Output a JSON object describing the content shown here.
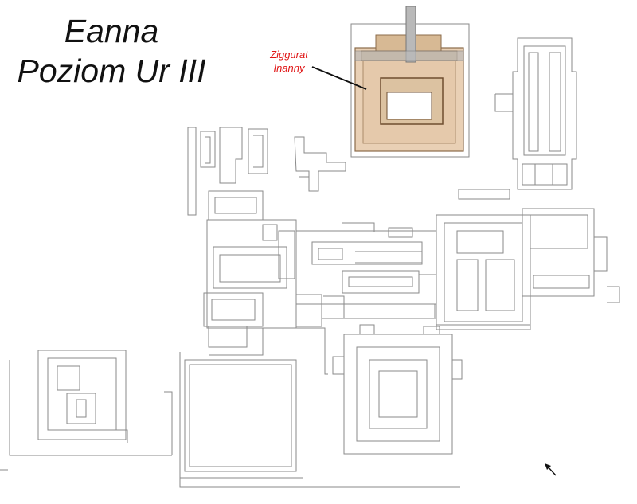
{
  "title": {
    "line1": "Eanna",
    "line2": "Poziom Ur III"
  },
  "labels": {
    "ziggurat_line1": "Ziggurat",
    "ziggurat_line2": "Inanny"
  },
  "colors": {
    "label": "#e01515",
    "ziggurat_outer": "#e9d0b5",
    "ziggurat_upper": "#d7b994",
    "ziggurat_inner": "#dcc2a1",
    "stair": "#b9b9b9",
    "walls": "#8a8a8a",
    "title": "#111111"
  },
  "icons": {
    "north_arrow": "north-arrow-icon"
  }
}
